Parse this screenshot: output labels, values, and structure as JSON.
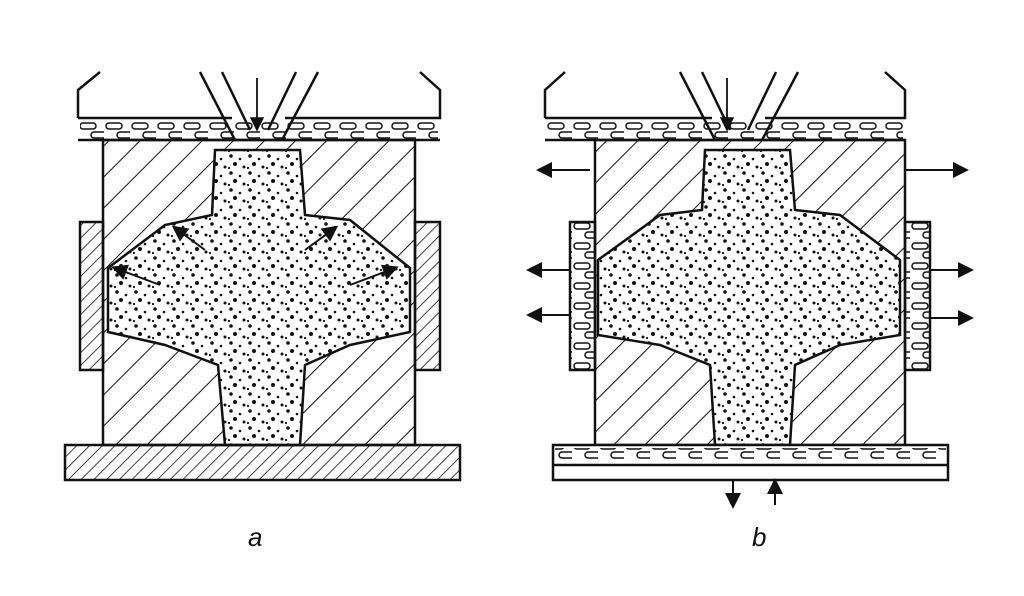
{
  "figures": [
    {
      "id": "a",
      "label": "a"
    },
    {
      "id": "b",
      "label": "b"
    }
  ],
  "colors": {
    "ink": "#111111",
    "background": "#ffffff"
  }
}
